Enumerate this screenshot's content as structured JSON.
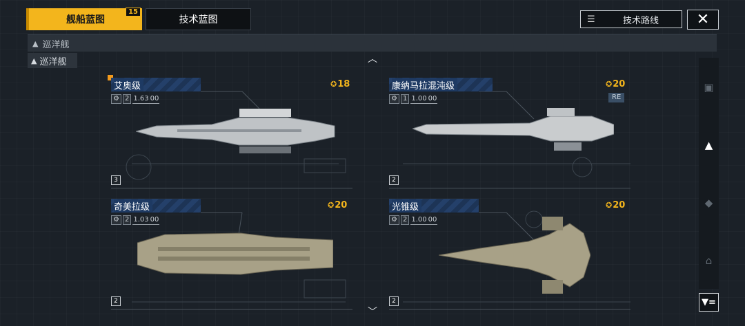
{
  "tabs": {
    "ship_blueprint": "舰船蓝图",
    "ship_badge": "15",
    "tech_blueprint": "技术蓝图"
  },
  "tech_route_label": "技术路线",
  "close_icon": "close-icon",
  "category": {
    "bar_label": "巡洋舰",
    "chip_label": "巡洋舰"
  },
  "cards": [
    {
      "name": "艾奥级",
      "cost": "18",
      "stats_count": "2",
      "stats_value": "1.63",
      "stats_suffix": "00",
      "level": "3",
      "tag": ""
    },
    {
      "name": "康纳马拉混沌级",
      "cost": "20",
      "stats_count": "1",
      "stats_value": "1.00",
      "stats_suffix": "00",
      "level": "2",
      "tag": "RE"
    },
    {
      "name": "奇美拉级",
      "cost": "20",
      "stats_count": "2",
      "stats_value": "1.03",
      "stats_suffix": "00",
      "level": "2",
      "tag": ""
    },
    {
      "name": "光锥级",
      "cost": "20",
      "stats_count": "2",
      "stats_value": "1.00",
      "stats_suffix": "00",
      "level": "2",
      "tag": ""
    }
  ],
  "colors": {
    "accent": "#f3b51c",
    "name_bg": "#1e3a63",
    "background": "#1b2128"
  }
}
